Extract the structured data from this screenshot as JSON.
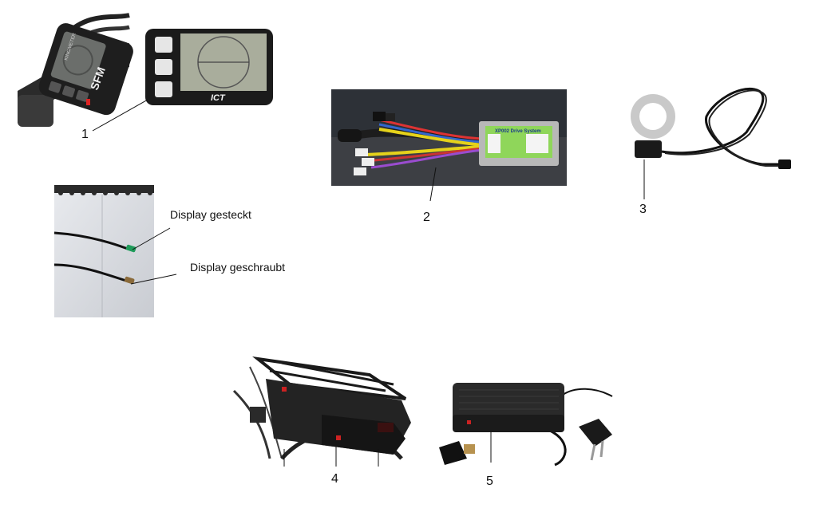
{
  "figure": {
    "callouts": [
      "1",
      "2",
      "3",
      "4",
      "5"
    ],
    "captions": {
      "display_plugged": "Display gesteckt",
      "display_screwed": "Display geschraubt"
    },
    "display_brands": {
      "left": "SFM",
      "left_small": "KINGMETER",
      "right": "ICT"
    },
    "controller_label": "XP002 Drive System"
  }
}
